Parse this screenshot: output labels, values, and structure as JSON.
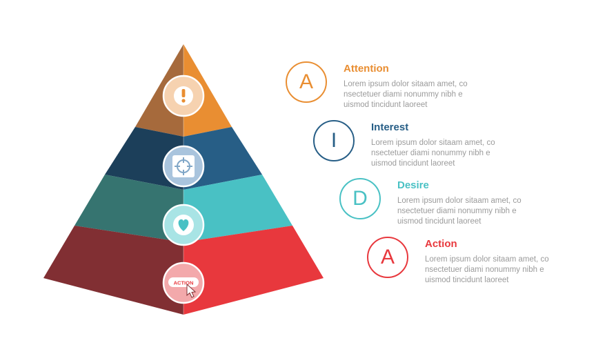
{
  "pyramid": {
    "levels": [
      {
        "name": "attention",
        "icon": "exclamation-icon",
        "left_color": "#A66A3C",
        "right_color": "#E98E32",
        "circle_fill": "#F6D2B0"
      },
      {
        "name": "interest",
        "icon": "target-crosshair-icon",
        "left_color": "#1C3F5A",
        "right_color": "#275E86",
        "circle_fill": "#A9C4DD"
      },
      {
        "name": "desire",
        "icon": "heart-icon",
        "left_color": "#367470",
        "right_color": "#49C1C4",
        "circle_fill": "#A8E4E5"
      },
      {
        "name": "action",
        "icon": "action-cursor-icon",
        "icon_label": "ACTION",
        "left_color": "#812F33",
        "right_color": "#E8383D",
        "circle_fill": "#F3A9AB"
      }
    ]
  },
  "steps": [
    {
      "letter": "A",
      "title": "Attention",
      "color": "#E98E32",
      "body": "Lorem ipsum dolor sitaam amet, co nsectetuer diami nonummy  nibh e uismod tincidunt laoreet"
    },
    {
      "letter": "I",
      "title": "Interest",
      "color": "#275E86",
      "body": "Lorem ipsum dolor sitaam amet, co nsectetuer diami nonummy  nibh e uismod tincidunt laoreet"
    },
    {
      "letter": "D",
      "title": "Desire",
      "color": "#49C1C4",
      "body": "Lorem ipsum dolor sitaam amet, co nsectetuer diami nonummy  nibh e uismod tincidunt laoreet"
    },
    {
      "letter": "A",
      "title": "Action",
      "color": "#E8383D",
      "body": "Lorem ipsum dolor sitaam amet, co nsectetuer diami nonummy  nibh e uismod tincidunt laoreet"
    }
  ]
}
